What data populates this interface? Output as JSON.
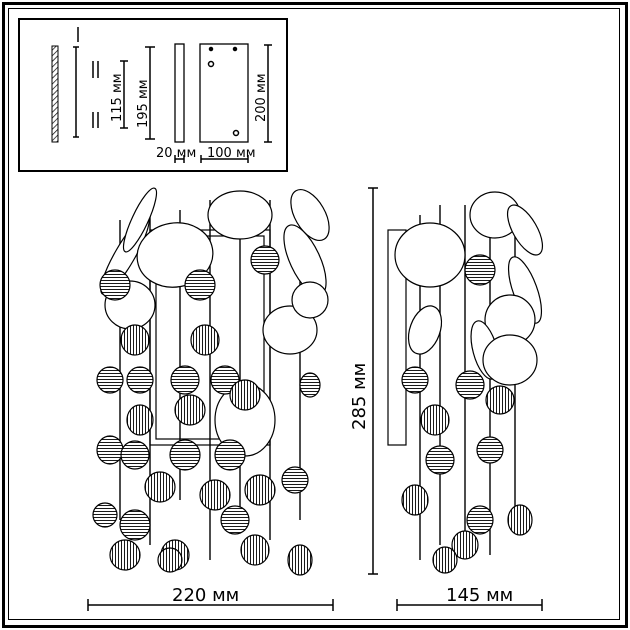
{
  "drawing": {
    "inset": {
      "dim_mount_distance": "115 мм",
      "dim_bar_height": "195 мм",
      "dim_plate_height": "200 мм",
      "dim_bar_width": "20 мм",
      "dim_plate_width": "100 мм"
    },
    "front_view": {
      "dim_width": "220 мм"
    },
    "side_view": {
      "dim_width": "145 мм",
      "dim_height": "285 мм"
    }
  }
}
